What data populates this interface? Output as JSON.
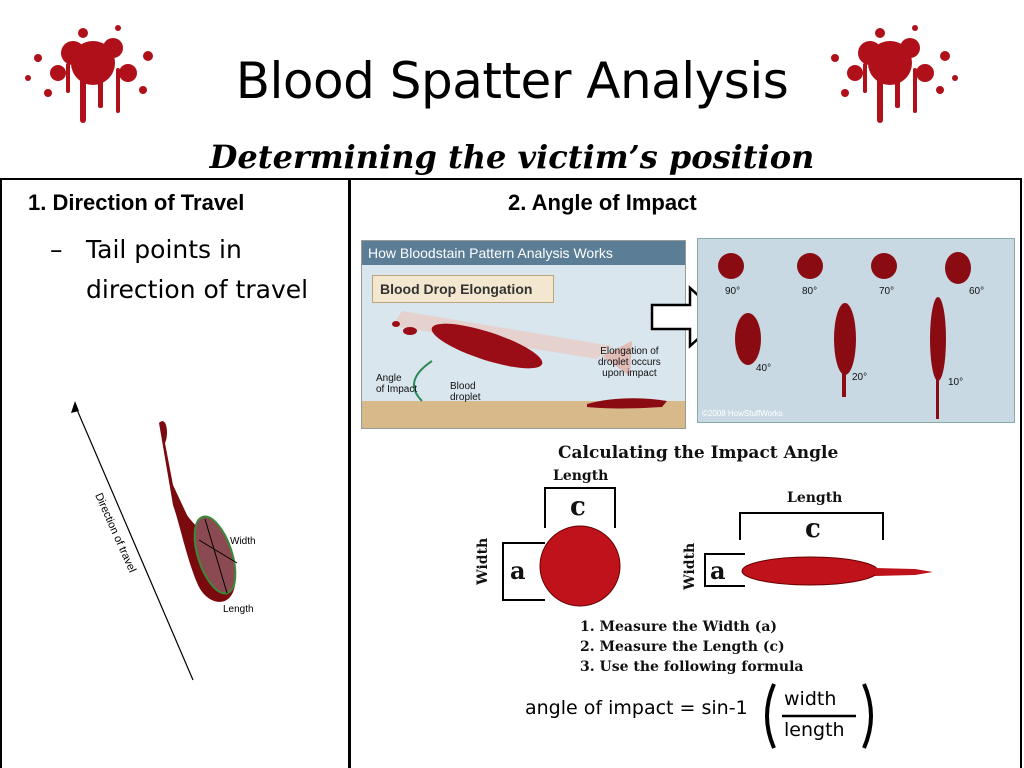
{
  "slide": {
    "title": "Blood Spatter Analysis",
    "subtitle": "Determining the victim’s position"
  },
  "left": {
    "header": "1. Direction of Travel",
    "bullet": "Tail points in direction of travel",
    "diagram": {
      "arrow_label": "Direction of travel",
      "width_label": "Width",
      "length_label": "Length"
    }
  },
  "right": {
    "header": "2. Angle of Impact",
    "hsw": {
      "banner": "How Bloodstain Pattern Analysis Works",
      "box_title": "Blood Drop Elongation",
      "angle_label_1": "Angle",
      "angle_label_2": "of Impact",
      "droplet_label_1": "Blood",
      "droplet_label_2": "droplet",
      "elong_1": "Elongation of",
      "elong_2": "droplet occurs",
      "elong_3": "upon impact"
    },
    "angles": {
      "row1": [
        "90°",
        "80°",
        "70°",
        "60°"
      ],
      "row2": [
        "40°",
        "20°",
        "10°"
      ],
      "copyright": "©2008 HowStuffWorks"
    },
    "calc": {
      "title": "Calculating the Impact Angle",
      "length": "Length",
      "width": "Width",
      "c": "c",
      "a": "a",
      "steps": [
        "1. Measure the Width (a)",
        "2. Measure the Length (c)",
        "3. Use the following formula"
      ],
      "formula_lhs": "angle of impact = sin-1",
      "formula_num": "width",
      "formula_den": "length"
    }
  },
  "colors": {
    "blood": "#c0121a",
    "dark_blood": "#7a0a0e",
    "panel": "#c8d9e4"
  }
}
